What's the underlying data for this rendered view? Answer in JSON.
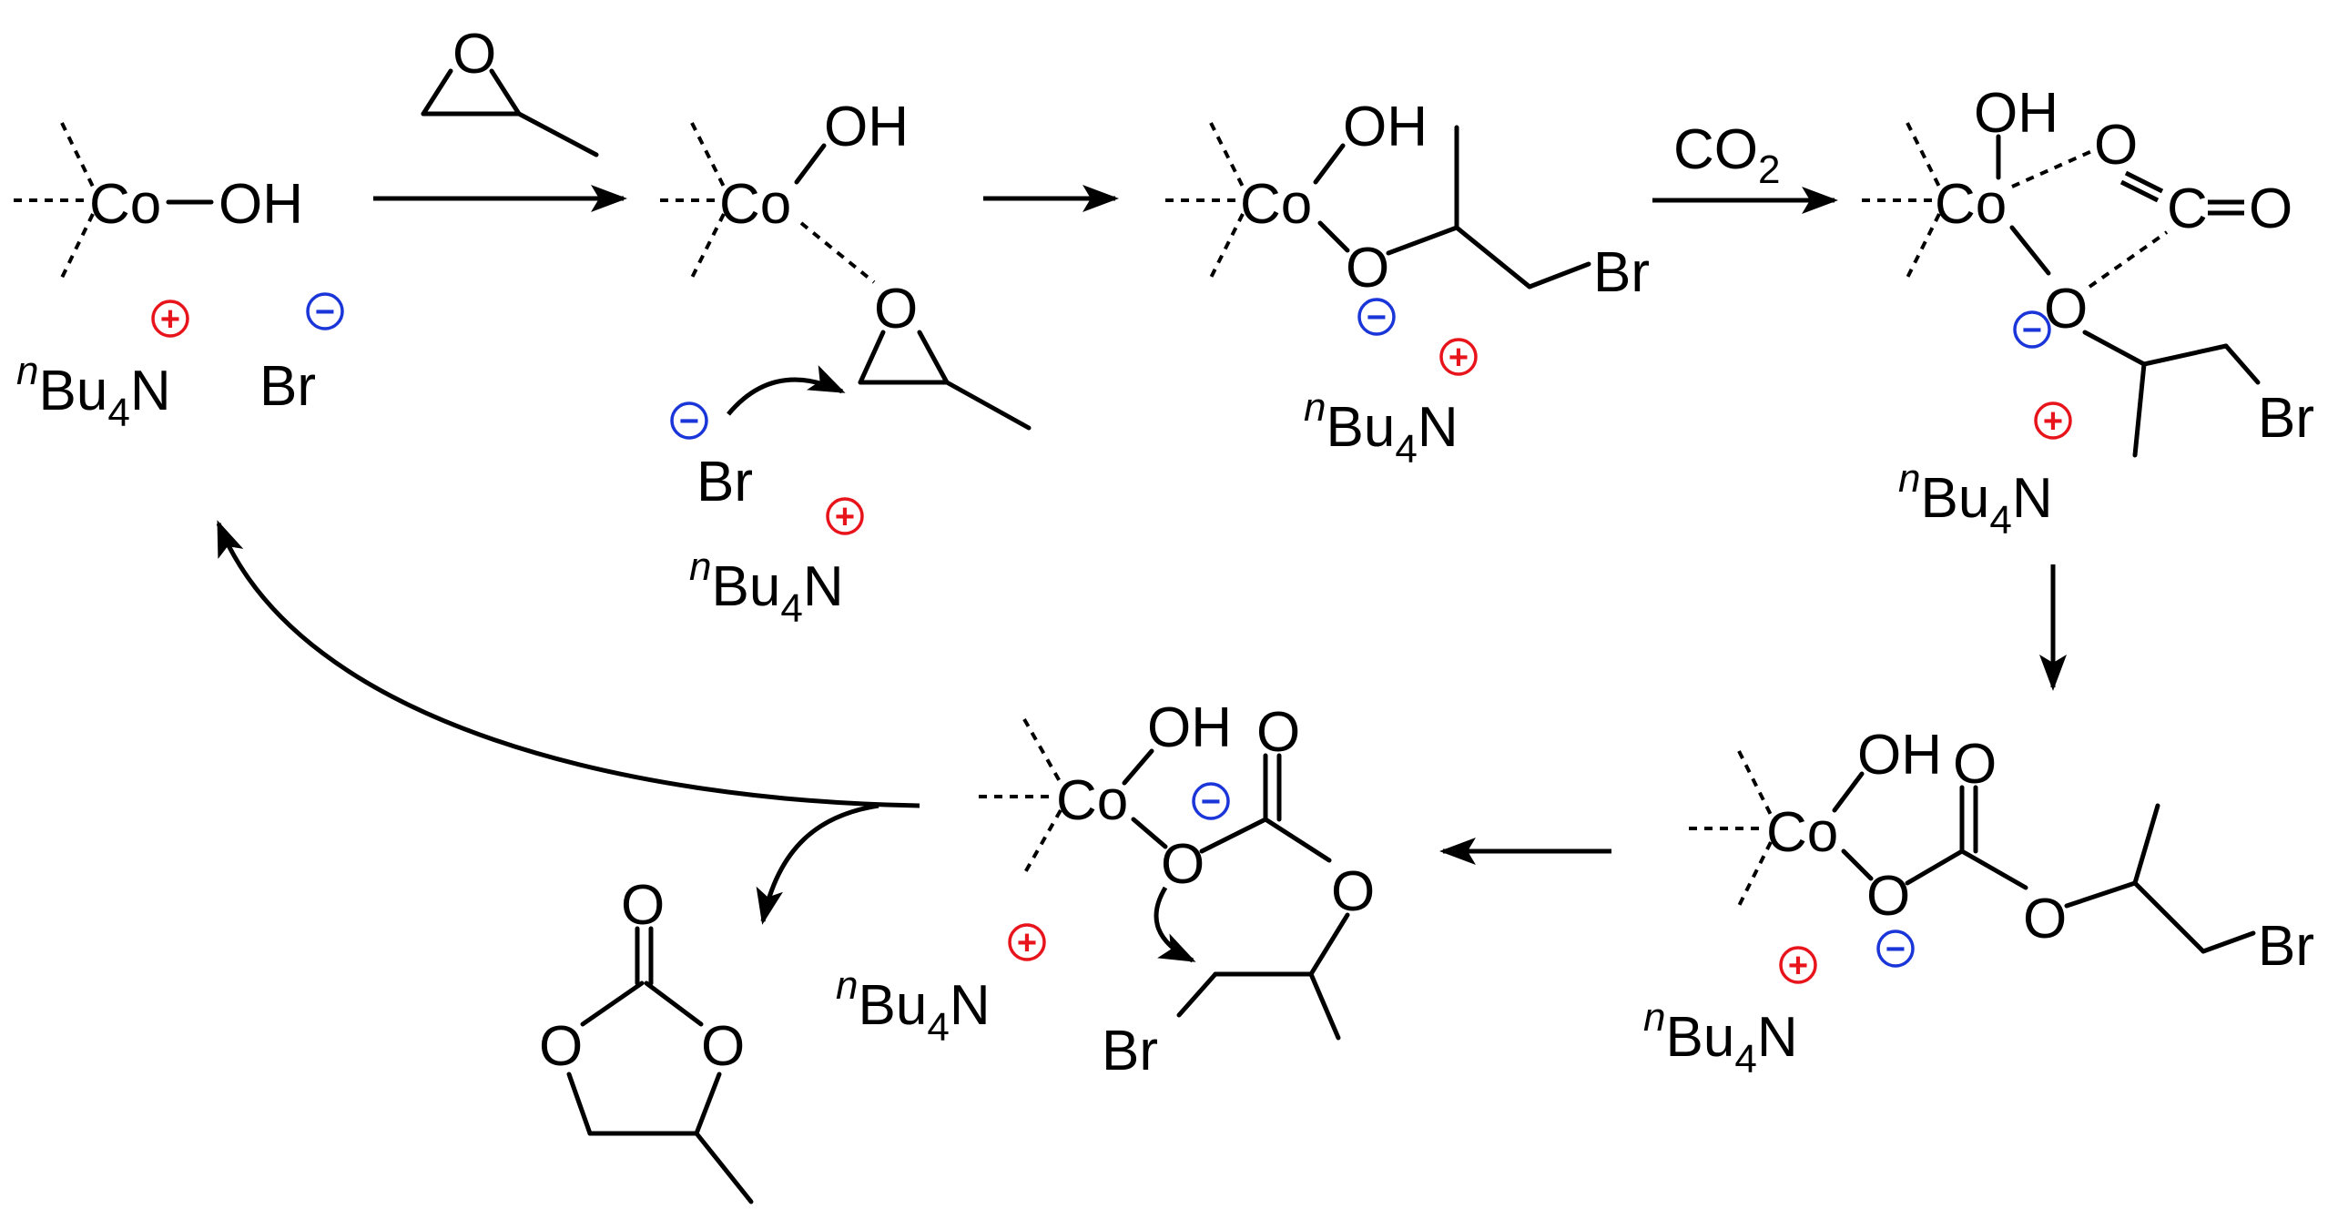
{
  "labels": {
    "co": "Co",
    "oh": "OH",
    "o": "O",
    "br": "Br",
    "n_prefix": "n",
    "bu": "Bu",
    "four": "4",
    "nitrogen": "N",
    "co2_c": "CO",
    "co2_sub": "2",
    "c_eq": "C"
  },
  "charges": {
    "plus": "+",
    "minus": "−"
  },
  "colors": {
    "plus": "#e8141b",
    "minus": "#1a35d8",
    "ink": "#000000"
  }
}
